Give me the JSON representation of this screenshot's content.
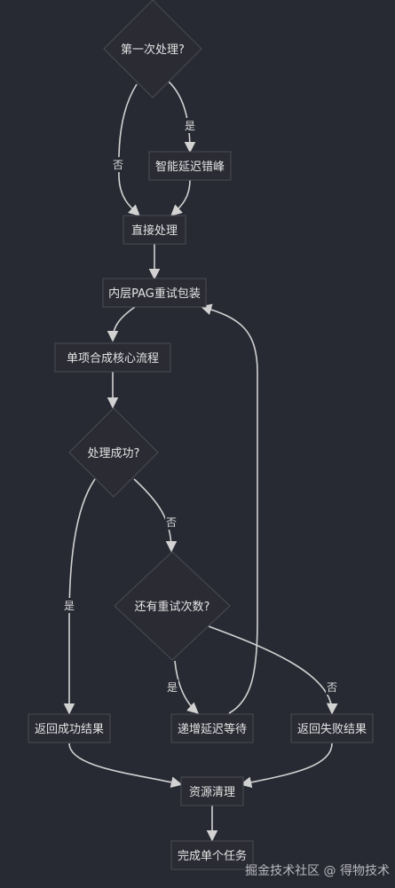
{
  "nodes": {
    "first_process": "第一次处理?",
    "smart_delay": "智能延迟错峰",
    "direct_process": "直接处理",
    "inner_retry": "内层PAG重试包装",
    "single_flow": "单项合成核心流程",
    "process_success": "处理成功?",
    "retry_left": "还有重试次数?",
    "return_success": "返回成功结果",
    "incr_delay": "递增延迟等待",
    "return_fail": "返回失败结果",
    "cleanup": "资源清理",
    "complete_task": "完成单个任务"
  },
  "edges": {
    "yes": "是",
    "no": "否"
  },
  "watermark": "掘金技术社区 @ 得物技术",
  "colors": {
    "background": "#282a33",
    "node_fill": "#2a2b33",
    "node_stroke": "#4a4c56",
    "edge": "#d2d2d2",
    "text": "#e4e4e4"
  }
}
